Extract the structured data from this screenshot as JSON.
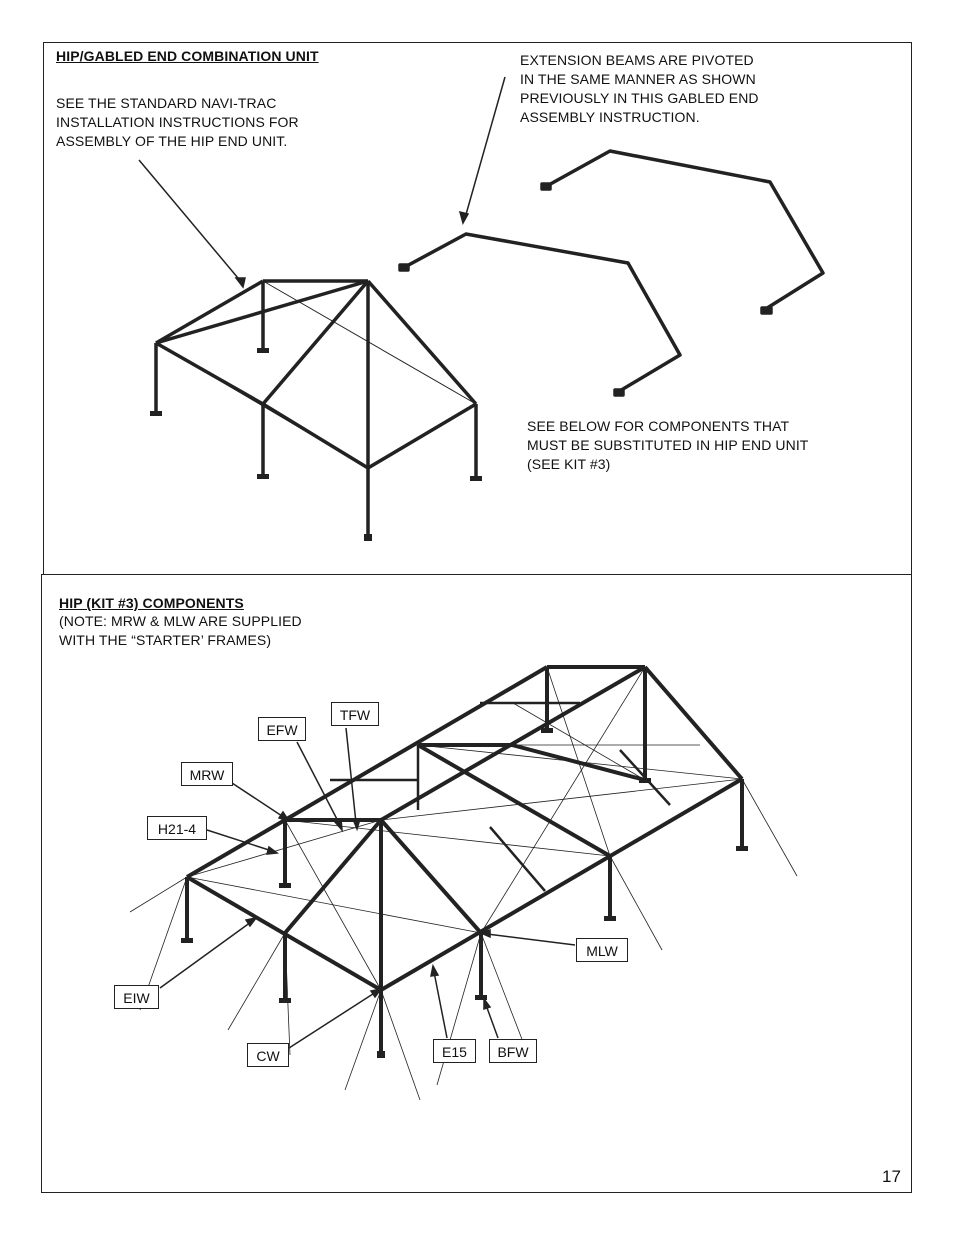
{
  "top": {
    "title": "HIP/GABLED END COMBINATION UNIT",
    "left_note": "SEE THE STANDARD NAVI-TRAC\nINSTALLATION INSTRUCTIONS FOR\nASSEMBLY OF THE HIP END UNIT.",
    "right_note": "EXTENSION BEAMS ARE PIVOTED\nIN THE SAME MANNER AS SHOWN\nPREVIOUSLY IN THIS GABLED END\nASSEMBLY INSTRUCTION.",
    "bottom_note": "SEE BELOW FOR COMPONENTS THAT\nMUST BE SUBSTITUTED IN HIP END UNIT\n(SEE KIT #3)"
  },
  "bottom": {
    "title": "HIP (KIT #3) COMPONENTS",
    "note": "(NOTE:  MRW & MLW ARE SUPPLIED\nWITH THE “STARTER’ FRAMES)",
    "labels": {
      "tfw": "TFW",
      "efw": "EFW",
      "mrw": "MRW",
      "h21": "H21-4",
      "mlw": "MLW",
      "eiw": "EIW",
      "cw": "CW",
      "e15": "E15",
      "bfw": "BFW"
    }
  },
  "page_number": "17"
}
